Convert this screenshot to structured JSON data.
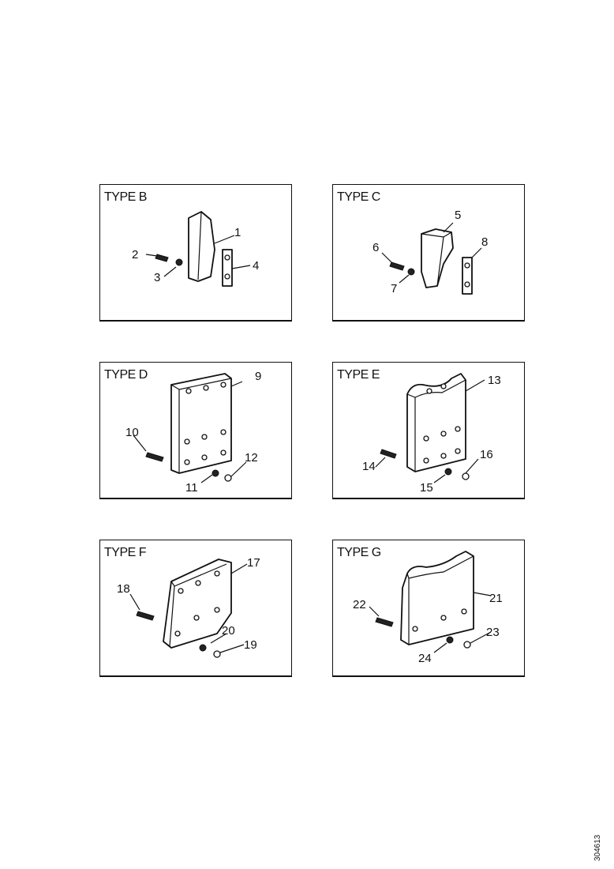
{
  "figure_id": "304613",
  "panels": [
    {
      "title": "TYPE B",
      "callouts": [
        "1",
        "2",
        "3",
        "4"
      ]
    },
    {
      "title": "TYPE C",
      "callouts": [
        "5",
        "6",
        "7",
        "8"
      ]
    },
    {
      "title": "TYPE D",
      "callouts": [
        "9",
        "10",
        "11",
        "12"
      ]
    },
    {
      "title": "TYPE E",
      "callouts": [
        "13",
        "14",
        "15",
        "16"
      ]
    },
    {
      "title": "TYPE F",
      "callouts": [
        "17",
        "18",
        "19",
        "20"
      ]
    },
    {
      "title": "TYPE G",
      "callouts": [
        "21",
        "22",
        "23",
        "24"
      ]
    }
  ]
}
